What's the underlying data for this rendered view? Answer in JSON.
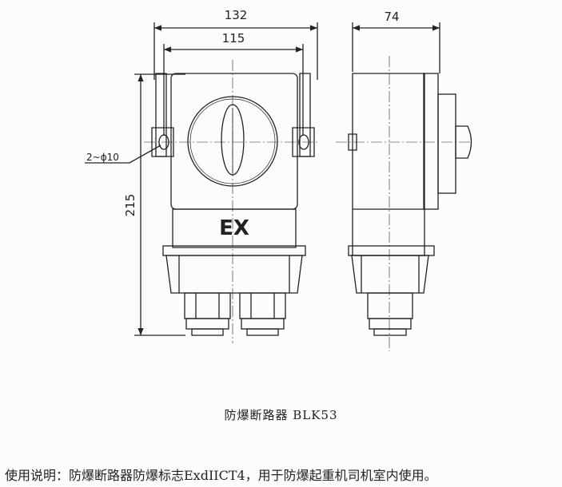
{
  "dimensions": {
    "overall_width": "132",
    "mount_spacing": "115",
    "depth": "74",
    "height": "215",
    "holes": "2~ϕ10"
  },
  "ex_mark": "EX",
  "caption": "防爆断路器 BLK53",
  "usage": "使用说明：防爆断路器防爆标志ExdIICT4，用于防爆起重机司机室内使用。"
}
